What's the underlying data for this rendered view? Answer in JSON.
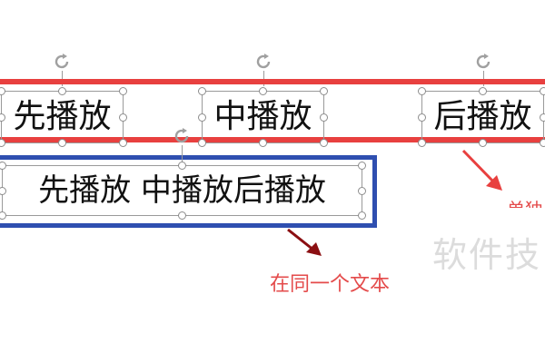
{
  "slide": {
    "top_row": {
      "box_first_text": "先播放",
      "box_middle_text": "中播放",
      "box_last_text": "后播放"
    },
    "combined_box": {
      "text": "先播放 中播放后播放"
    },
    "notes": {
      "same_text_label": "在同一个文本",
      "separate_label_partial": "单独"
    },
    "watermark": "软件技"
  },
  "colors": {
    "red_frame": "#e8403f",
    "blue_frame": "#2f4fb0",
    "annotation_text": "#e44b4b",
    "arrow": "#8b0f12"
  },
  "icons": [
    "rotate-handle-icon",
    "arrow-icon"
  ]
}
